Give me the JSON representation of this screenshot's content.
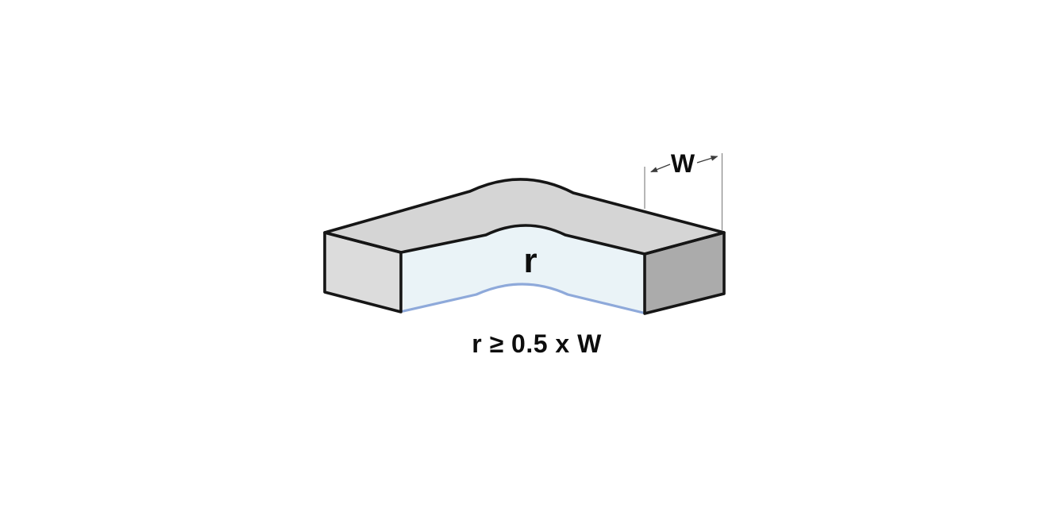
{
  "figure": {
    "width_label": "W",
    "radius_label": "r",
    "formula": "r ≥ 0.5 x W"
  },
  "colors": {
    "background": "#ffffff",
    "top_face": "#d5d5d5",
    "left_end_face": "#dcdcdc",
    "right_end_face": "#ababab",
    "inner_bend_face": "#eaf3f7",
    "bend_bottom_edge": "#8ea9da",
    "outline": "#161616",
    "dimension_line": "#8f8f8f",
    "arrow": "#3c3c3c",
    "label_text": "#0d0d0d"
  }
}
